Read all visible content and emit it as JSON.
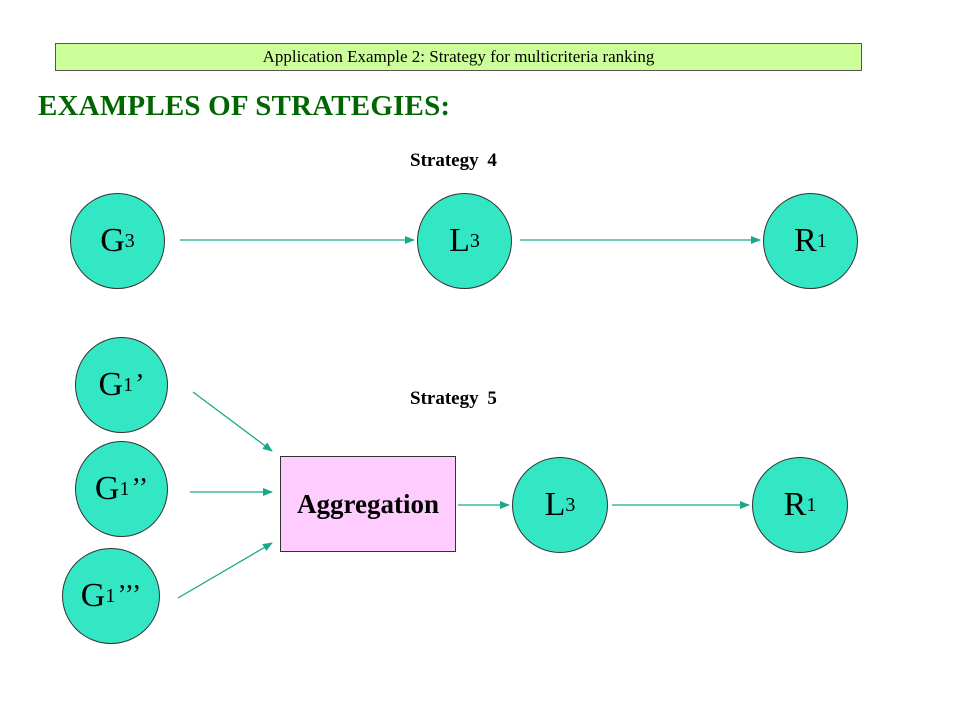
{
  "header": {
    "title": "Application Example 2: Strategy for multicriteria ranking"
  },
  "page_title": "EXAMPLES OF STRATEGIES:",
  "strategies": [
    {
      "label": "Strategy  4",
      "nodes": [
        {
          "base": "G",
          "sub": "3"
        },
        {
          "base": "L",
          "sub": "3"
        },
        {
          "base": "R",
          "sub": "1"
        }
      ]
    },
    {
      "label": "Strategy  5",
      "inputs": [
        {
          "base": "G",
          "sub": "1",
          "prime": "’"
        },
        {
          "base": "G",
          "sub": "1",
          "prime": "’’"
        },
        {
          "base": "G",
          "sub": "1",
          "prime": "’’’"
        }
      ],
      "aggregation": "Aggregation",
      "nodes": [
        {
          "base": "L",
          "sub": "3"
        },
        {
          "base": "R",
          "sub": "1"
        }
      ]
    }
  ],
  "colors": {
    "header_bg": "#ccff99",
    "title": "#006600",
    "node_fill": "#33e6c4",
    "aggregation_fill": "#ffccff",
    "arrow": "#1aa88a"
  }
}
